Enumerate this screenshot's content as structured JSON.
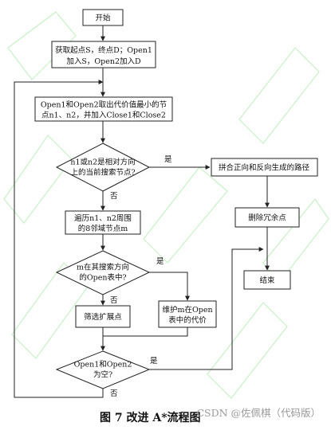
{
  "nodes": {
    "start": [
      "开始"
    ],
    "init": [
      "获取起点S，终点D；Open1",
      "加入S，Open2加入D"
    ],
    "select": [
      "Open1和Open2取出代价值最小的节",
      "点n1、n2，并加入Close1和Close2"
    ],
    "check_n": [
      "n1或n2是相对方向",
      "上的当前搜索节点?"
    ],
    "merge_path": [
      "拼合正向和反向生成的路径"
    ],
    "traverse": [
      "遍历n1、n2周围",
      "的8邻域节点m"
    ],
    "delete_redundant": [
      "删除冗余点"
    ],
    "check_m": [
      "m在其搜索方向",
      "的Open表中?"
    ],
    "end": [
      "结束"
    ],
    "filter": [
      "筛选扩展点"
    ],
    "maintain": [
      "维护m在Open",
      "表中的代价"
    ],
    "check_empty": [
      "Open1和Open2",
      "为空?"
    ]
  },
  "edge_labels": {
    "yes": "是",
    "no": "否"
  },
  "caption": "图 7  改进 A*流程图",
  "credit": "CSDN @佐佩棋（代码版）"
}
